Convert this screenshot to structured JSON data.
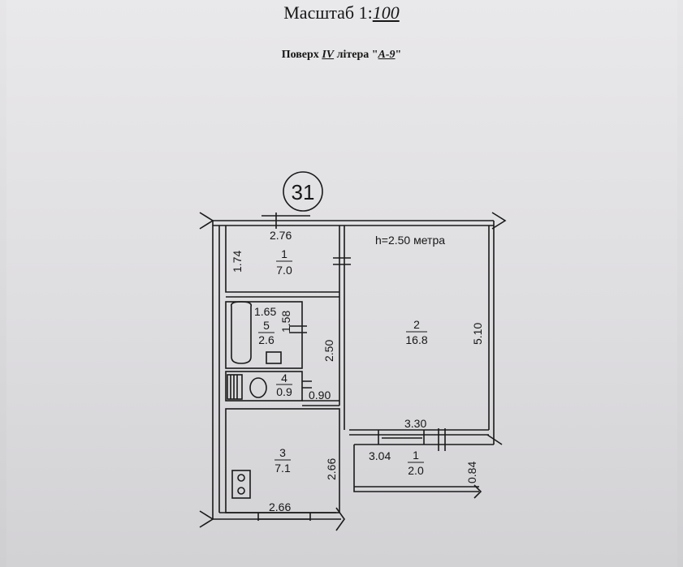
{
  "header": {
    "scale_label": "Масштаб 1:",
    "scale_value": "100",
    "floor_label": "Поверх",
    "floor_value": "IV",
    "letter_label": "літера \"",
    "letter_value": "А-9",
    "letter_close": "\""
  },
  "plan": {
    "apartment_number": "31",
    "ceiling_height": "h=2.50 метра",
    "rooms": [
      {
        "number": "1",
        "area": "7.0"
      },
      {
        "number": "2",
        "area": "16.8"
      },
      {
        "number": "3",
        "area": "7.1"
      },
      {
        "number": "4",
        "area": "0.9"
      },
      {
        "number": "5",
        "area": "2.6"
      },
      {
        "number": "1",
        "area": "2.0"
      }
    ],
    "dimensions": {
      "hall_width": "2.76",
      "hall_depth": "1.74",
      "bath_width": "1.65",
      "bath_depth": "1.58",
      "corridor_length": "2.50",
      "wc_width": "0.90",
      "room_depth": "5.10",
      "room_width": "3.30",
      "kitchen_depth": "2.66",
      "kitchen_width": "2.66",
      "balcony_width": "3.04",
      "balcony_depth": "0.84"
    }
  }
}
